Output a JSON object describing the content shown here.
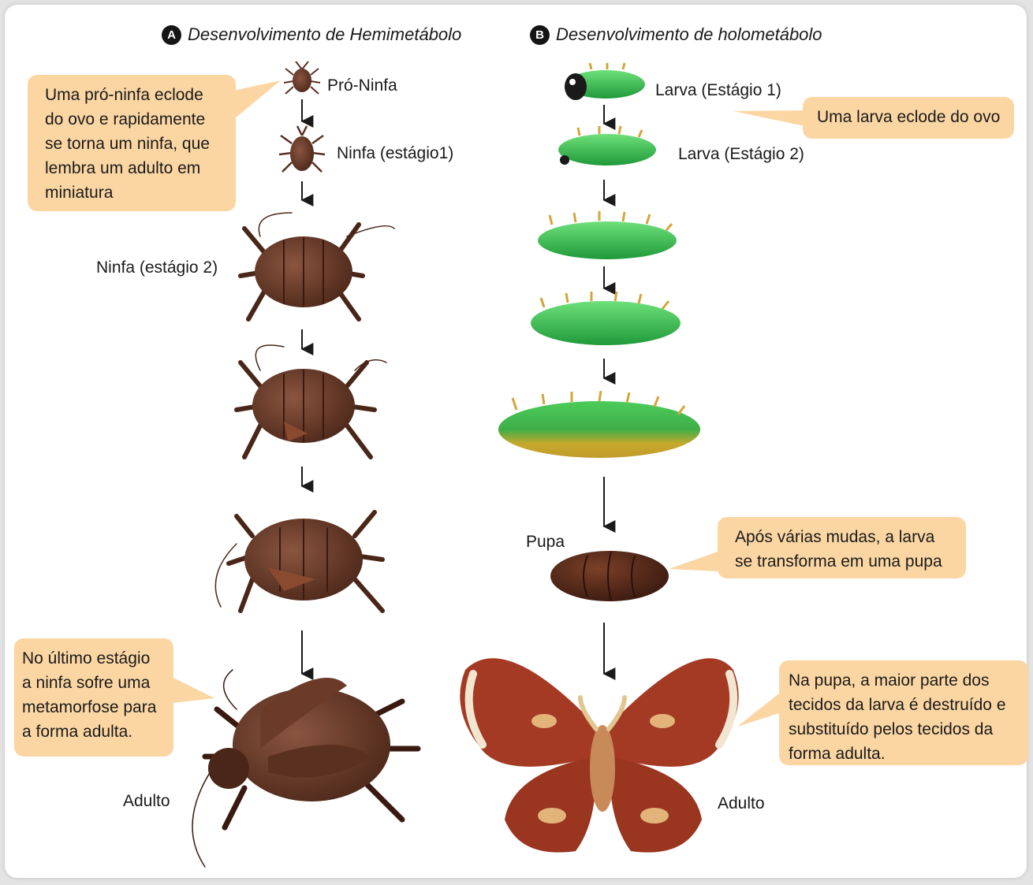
{
  "colors": {
    "callout_bg": "#fbd6a3",
    "insect_brown": "#5a3020",
    "larva_green": "#3cb843",
    "moth_wing": "#a43a24"
  },
  "sectionA": {
    "badge": "A",
    "title": "Desenvolvimento de Hemimetábolo",
    "stages": [
      "Pró-Ninfa",
      "Ninfa (estágio1)",
      "Ninfa (estágio 2)",
      "Adulto"
    ],
    "callouts": [
      "Uma pró-ninfa eclode do ovo e rapidamente se torna um ninfa, que lembra um adulto em miniatura",
      "No último estágio a ninfa sofre uma metamorfose para a forma adulta."
    ]
  },
  "sectionB": {
    "badge": "B",
    "title": "Desenvolvimento de holometábolo",
    "stages": [
      "Larva (Estágio 1)",
      "Larva (Estágio 2)",
      "Pupa",
      "Adulto"
    ],
    "callouts": [
      "Uma larva eclode do ovo",
      "Após várias mudas, a larva se transforma em uma pupa",
      "Na pupa, a maior parte dos tecidos da larva é destruído e substituído pelos tecidos da forma adulta."
    ]
  }
}
